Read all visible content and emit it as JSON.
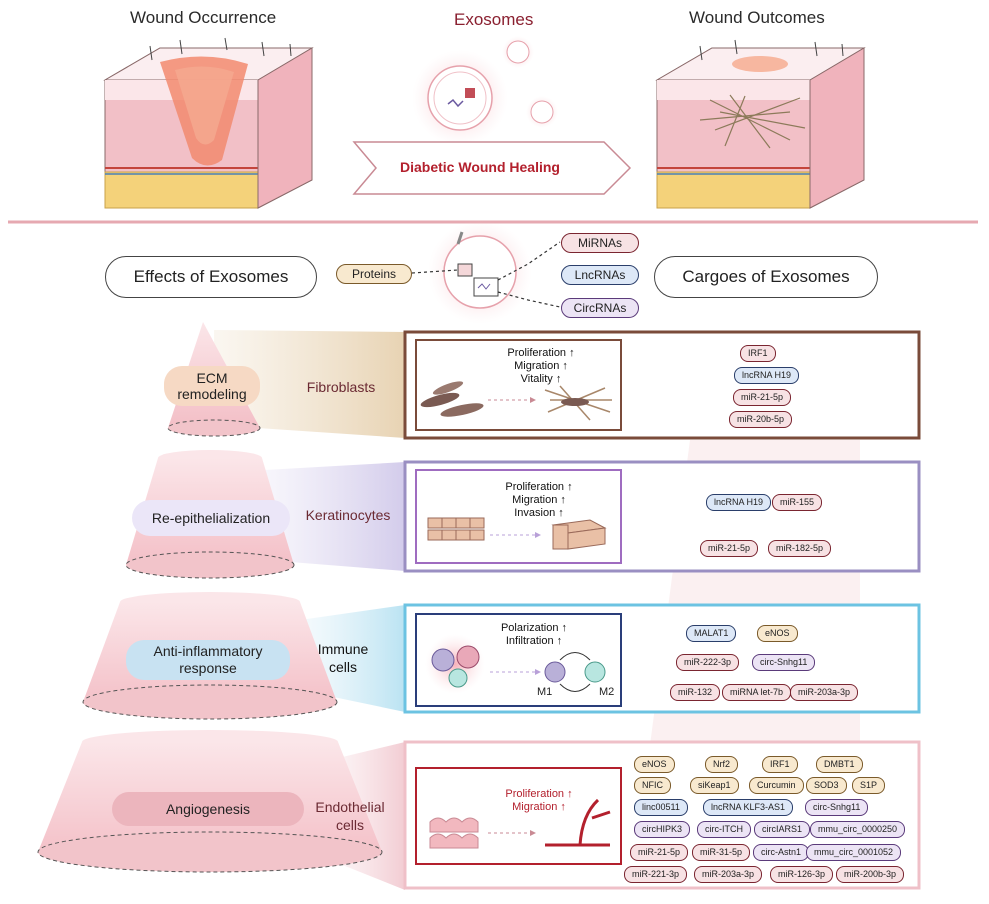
{
  "top": {
    "wound_occurrence": "Wound Occurrence",
    "exosomes": "Exosomes",
    "wound_outcomes": "Wound Outcomes",
    "arrow_label": "Diabetic Wound Healing"
  },
  "middle": {
    "effects_title": "Effects of Exosomes",
    "cargoes_title": "Cargoes of Exosomes",
    "proteins": "Proteins",
    "mirnas": "MiRNAs",
    "lncrnas": "LncRNAs",
    "circrnas": "CircRNAs"
  },
  "levels": [
    {
      "effect": "ECM remodeling",
      "cells": "Fibroblasts",
      "effects": [
        "Proliferation ↑",
        "Migration ↑",
        "Vitality ↑"
      ],
      "chips": [
        "IRF1",
        "lncRNA H19",
        "miR-21-5p",
        "miR-20b-5p"
      ]
    },
    {
      "effect": "Re-epithelialization",
      "cells": "Keratinocytes",
      "effects": [
        "Proliferation ↑",
        "Migration ↑",
        "Invasion ↑"
      ],
      "chips": [
        "lncRNA H19",
        "miR-155",
        "miR-21-5p",
        "miR-182-5p"
      ]
    },
    {
      "effect": "Anti-inflammatory response",
      "cells": "Immune cells",
      "effects": [
        "Polarization ↑",
        "Infiltration ↑"
      ],
      "macrophages": [
        "M1",
        "M2"
      ],
      "chips": [
        "MALAT1",
        "eNOS",
        "miR-222-3p",
        "circ-Snhg11",
        "miR-132",
        "miRNA let-7b",
        "miR-203a-3p"
      ]
    },
    {
      "effect": "Angiogenesis",
      "cells": "Endothelial cells",
      "effects": [
        "Proliferation ↑",
        "Migration ↑"
      ],
      "chips": [
        "eNOS",
        "Nrf2",
        "IRF1",
        "DMBT1",
        "NFIC",
        "siKeap1",
        "Curcumin",
        "SOD3",
        "S1P",
        "linc00511",
        "lncRNA KLF3-AS1",
        "circ-Snhg11",
        "circHIPK3",
        "circ-ITCH",
        "circIARS1",
        "mmu_circ_0000250",
        "miR-21-5p",
        "miR-31-5p",
        "circ-Astn1",
        "mmu_circ_0001052",
        "miR-221-3p",
        "miR-203a-3p",
        "miR-126-3p",
        "miR-200b-3p"
      ]
    }
  ],
  "colors": {
    "brown": "#7a4b3a",
    "lavender": "#9a8fc2",
    "sky": "#6cc3e2",
    "pink": "#e7b6c0",
    "accent_red": "#b3202d"
  }
}
